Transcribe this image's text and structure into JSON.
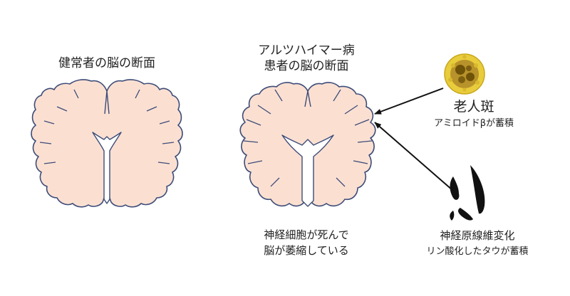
{
  "healthy": {
    "label": "健常者の脳の断面"
  },
  "alzheimer": {
    "label_line1": "アルツハイマー病",
    "label_line2": "患者の脳の断面"
  },
  "plaque": {
    "title": "老人斑",
    "description": "アミロイドβが蓄積"
  },
  "neuron_death": {
    "line1": "神経細胞が死んで",
    "line2": "脳が萎縮している"
  },
  "tangle": {
    "title": "神経原線維変化",
    "description": "リン酸化したタウが蓄積"
  },
  "colors": {
    "brain_fill": "#fbe0d2",
    "brain_outline": "#3d4c78",
    "plaque_outer": "#e8cc3c",
    "plaque_inner": "#8a6a12",
    "tangle": "#111111",
    "arrow": "#111111"
  }
}
